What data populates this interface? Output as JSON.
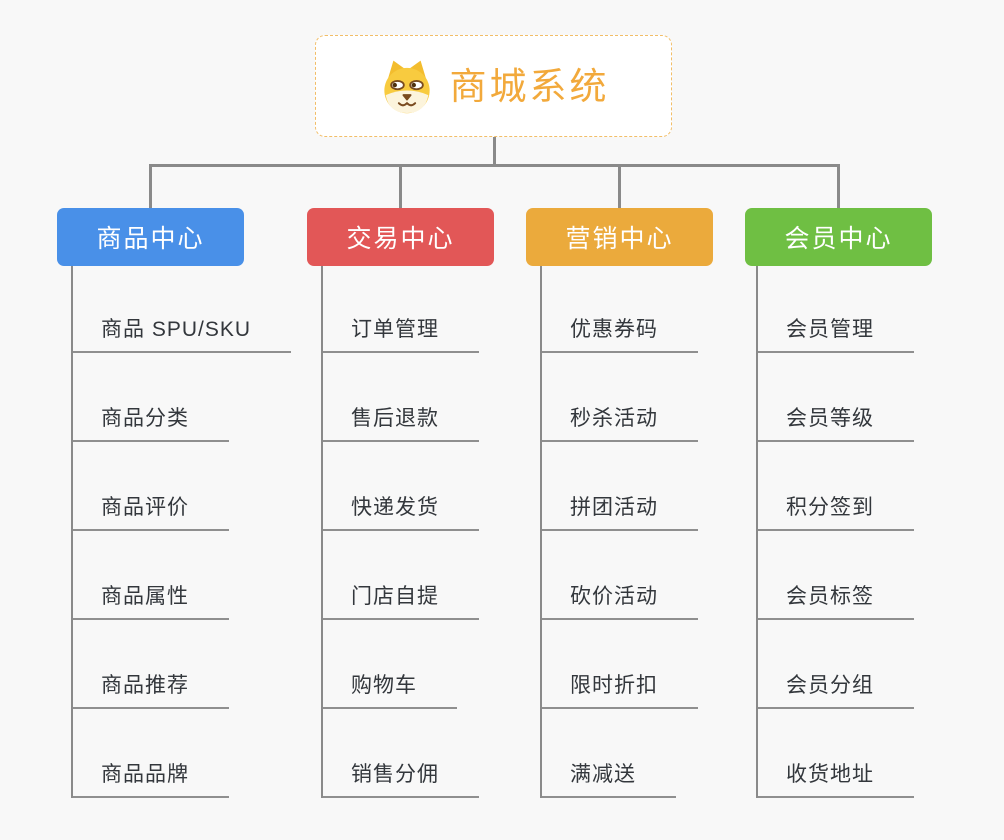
{
  "root": {
    "title": "商城系统",
    "icon": "shiba-dog-icon",
    "text_color": "#F2A93B",
    "border_color": "#F2BE68",
    "background": "#FFFFFF"
  },
  "canvas": {
    "background": "#F8F8F8",
    "connector_color": "#8A8A8A"
  },
  "branches": [
    {
      "label": "商品中心",
      "color": "#4990E8",
      "children": [
        "商品 SPU/SKU",
        "商品分类",
        "商品评价",
        "商品属性",
        "商品推荐",
        "商品品牌"
      ]
    },
    {
      "label": "交易中心",
      "color": "#E25757",
      "children": [
        "订单管理",
        "售后退款",
        "快递发货",
        "门店自提",
        "购物车",
        "销售分佣"
      ]
    },
    {
      "label": "营销中心",
      "color": "#EBAA3C",
      "children": [
        "优惠券码",
        "秒杀活动",
        "拼团活动",
        "砍价活动",
        "限时折扣",
        "满减送"
      ]
    },
    {
      "label": "会员中心",
      "color": "#6FBF43",
      "children": [
        "会员管理",
        "会员等级",
        "积分签到",
        "会员标签",
        "会员分组",
        "收货地址"
      ]
    }
  ]
}
